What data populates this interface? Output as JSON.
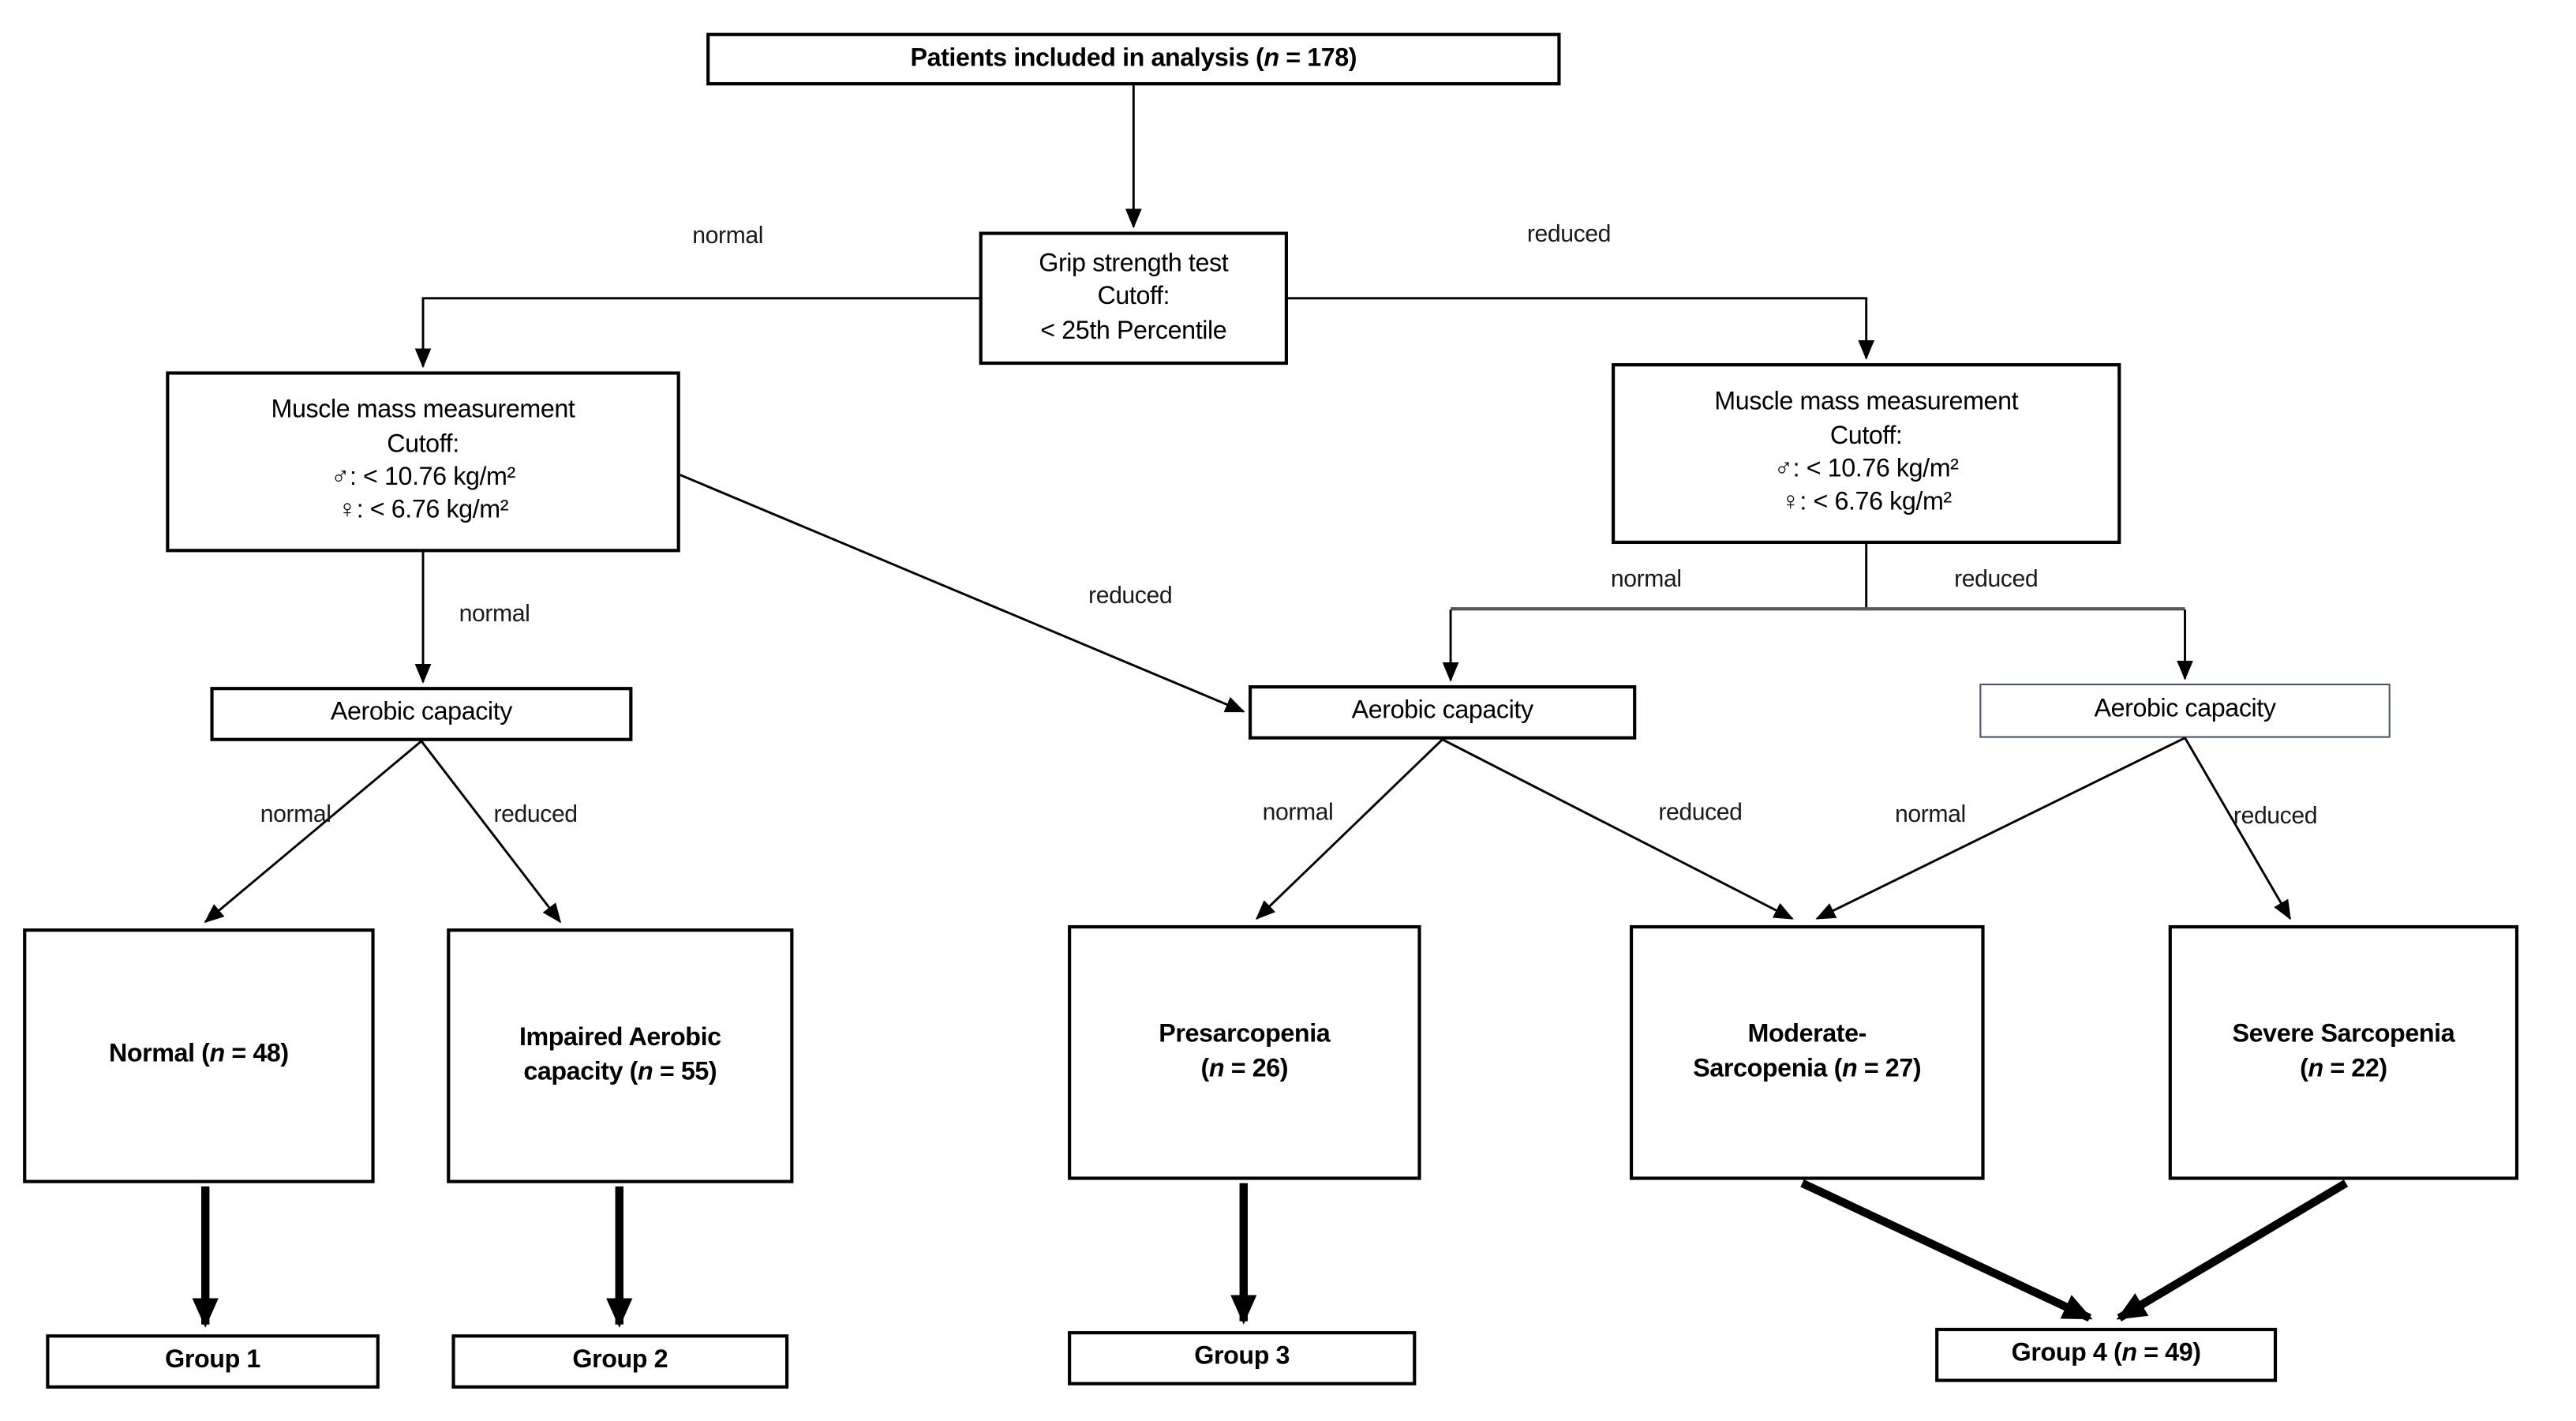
{
  "figure": {
    "type": "flowchart",
    "description": "Patient classification flow by grip strength, muscle mass and aerobic capacity"
  },
  "colors": {
    "box_border": "#000000",
    "accent_box_border": "#44546A",
    "connector_line": "#000000",
    "split_line": "#595959",
    "background": "#FFFFFF"
  },
  "nodes": {
    "patients": {
      "pre": "Patients included in analysis (",
      "n": "n",
      "post": " = 178)"
    },
    "grip": {
      "line1": "Grip strength test",
      "line2": "Cutoff:",
      "line3": "< 25th Percentile"
    },
    "muscle_left": {
      "line1": "Muscle mass measurement",
      "line2": "Cutoff:",
      "line3": "♂: < 10.76 kg/m²",
      "line4": "♀: < 6.76 kg/m²"
    },
    "muscle_right": {
      "line1": "Muscle mass measurement",
      "line2": "Cutoff:",
      "line3": "♂: < 10.76 kg/m²",
      "line4": "♀: < 6.76 kg/m²"
    },
    "aerobic_left": {
      "label": "Aerobic capacity"
    },
    "aerobic_mid": {
      "label": "Aerobic capacity"
    },
    "aerobic_right": {
      "label": "Aerobic capacity"
    },
    "normal_outcome": {
      "pre": "Normal (",
      "n": "n",
      "post": " = 48)"
    },
    "impaired_outcome": {
      "line1": "Impaired Aerobic",
      "line2_pre": "capacity (",
      "n": "n",
      "line2_post": " = 55)"
    },
    "presarcopenia": {
      "line1": "Presarcopenia",
      "line2_pre": "(",
      "n": "n",
      "line2_post": " = 26)"
    },
    "moderate": {
      "line1": "Moderate-",
      "line2_pre": "Sarcopenia (",
      "n": "n",
      "line2_post": " = 27)"
    },
    "severe": {
      "line1": "Severe Sarcopenia",
      "line2_pre": "(",
      "n": "n",
      "line2_post": " = 22)"
    },
    "group1": {
      "label": "Group 1"
    },
    "group2": {
      "label": "Group 2"
    },
    "group3": {
      "label": "Group 3"
    },
    "group4": {
      "pre": "Group 4 (",
      "n": "n",
      "post": " = 49)"
    }
  },
  "edge_labels": {
    "grip_normal": "normal",
    "grip_reduced": "reduced",
    "muscle_left_normal": "normal",
    "muscle_left_reduced": "reduced",
    "muscle_right_normal": "normal",
    "muscle_right_reduced": "reduced",
    "aerobic_left_normal": "normal",
    "aerobic_left_reduced": "reduced",
    "aerobic_mid_normal": "normal",
    "aerobic_mid_reduced": "reduced",
    "aerobic_right_normal": "normal",
    "aerobic_right_reduced": "reduced"
  }
}
